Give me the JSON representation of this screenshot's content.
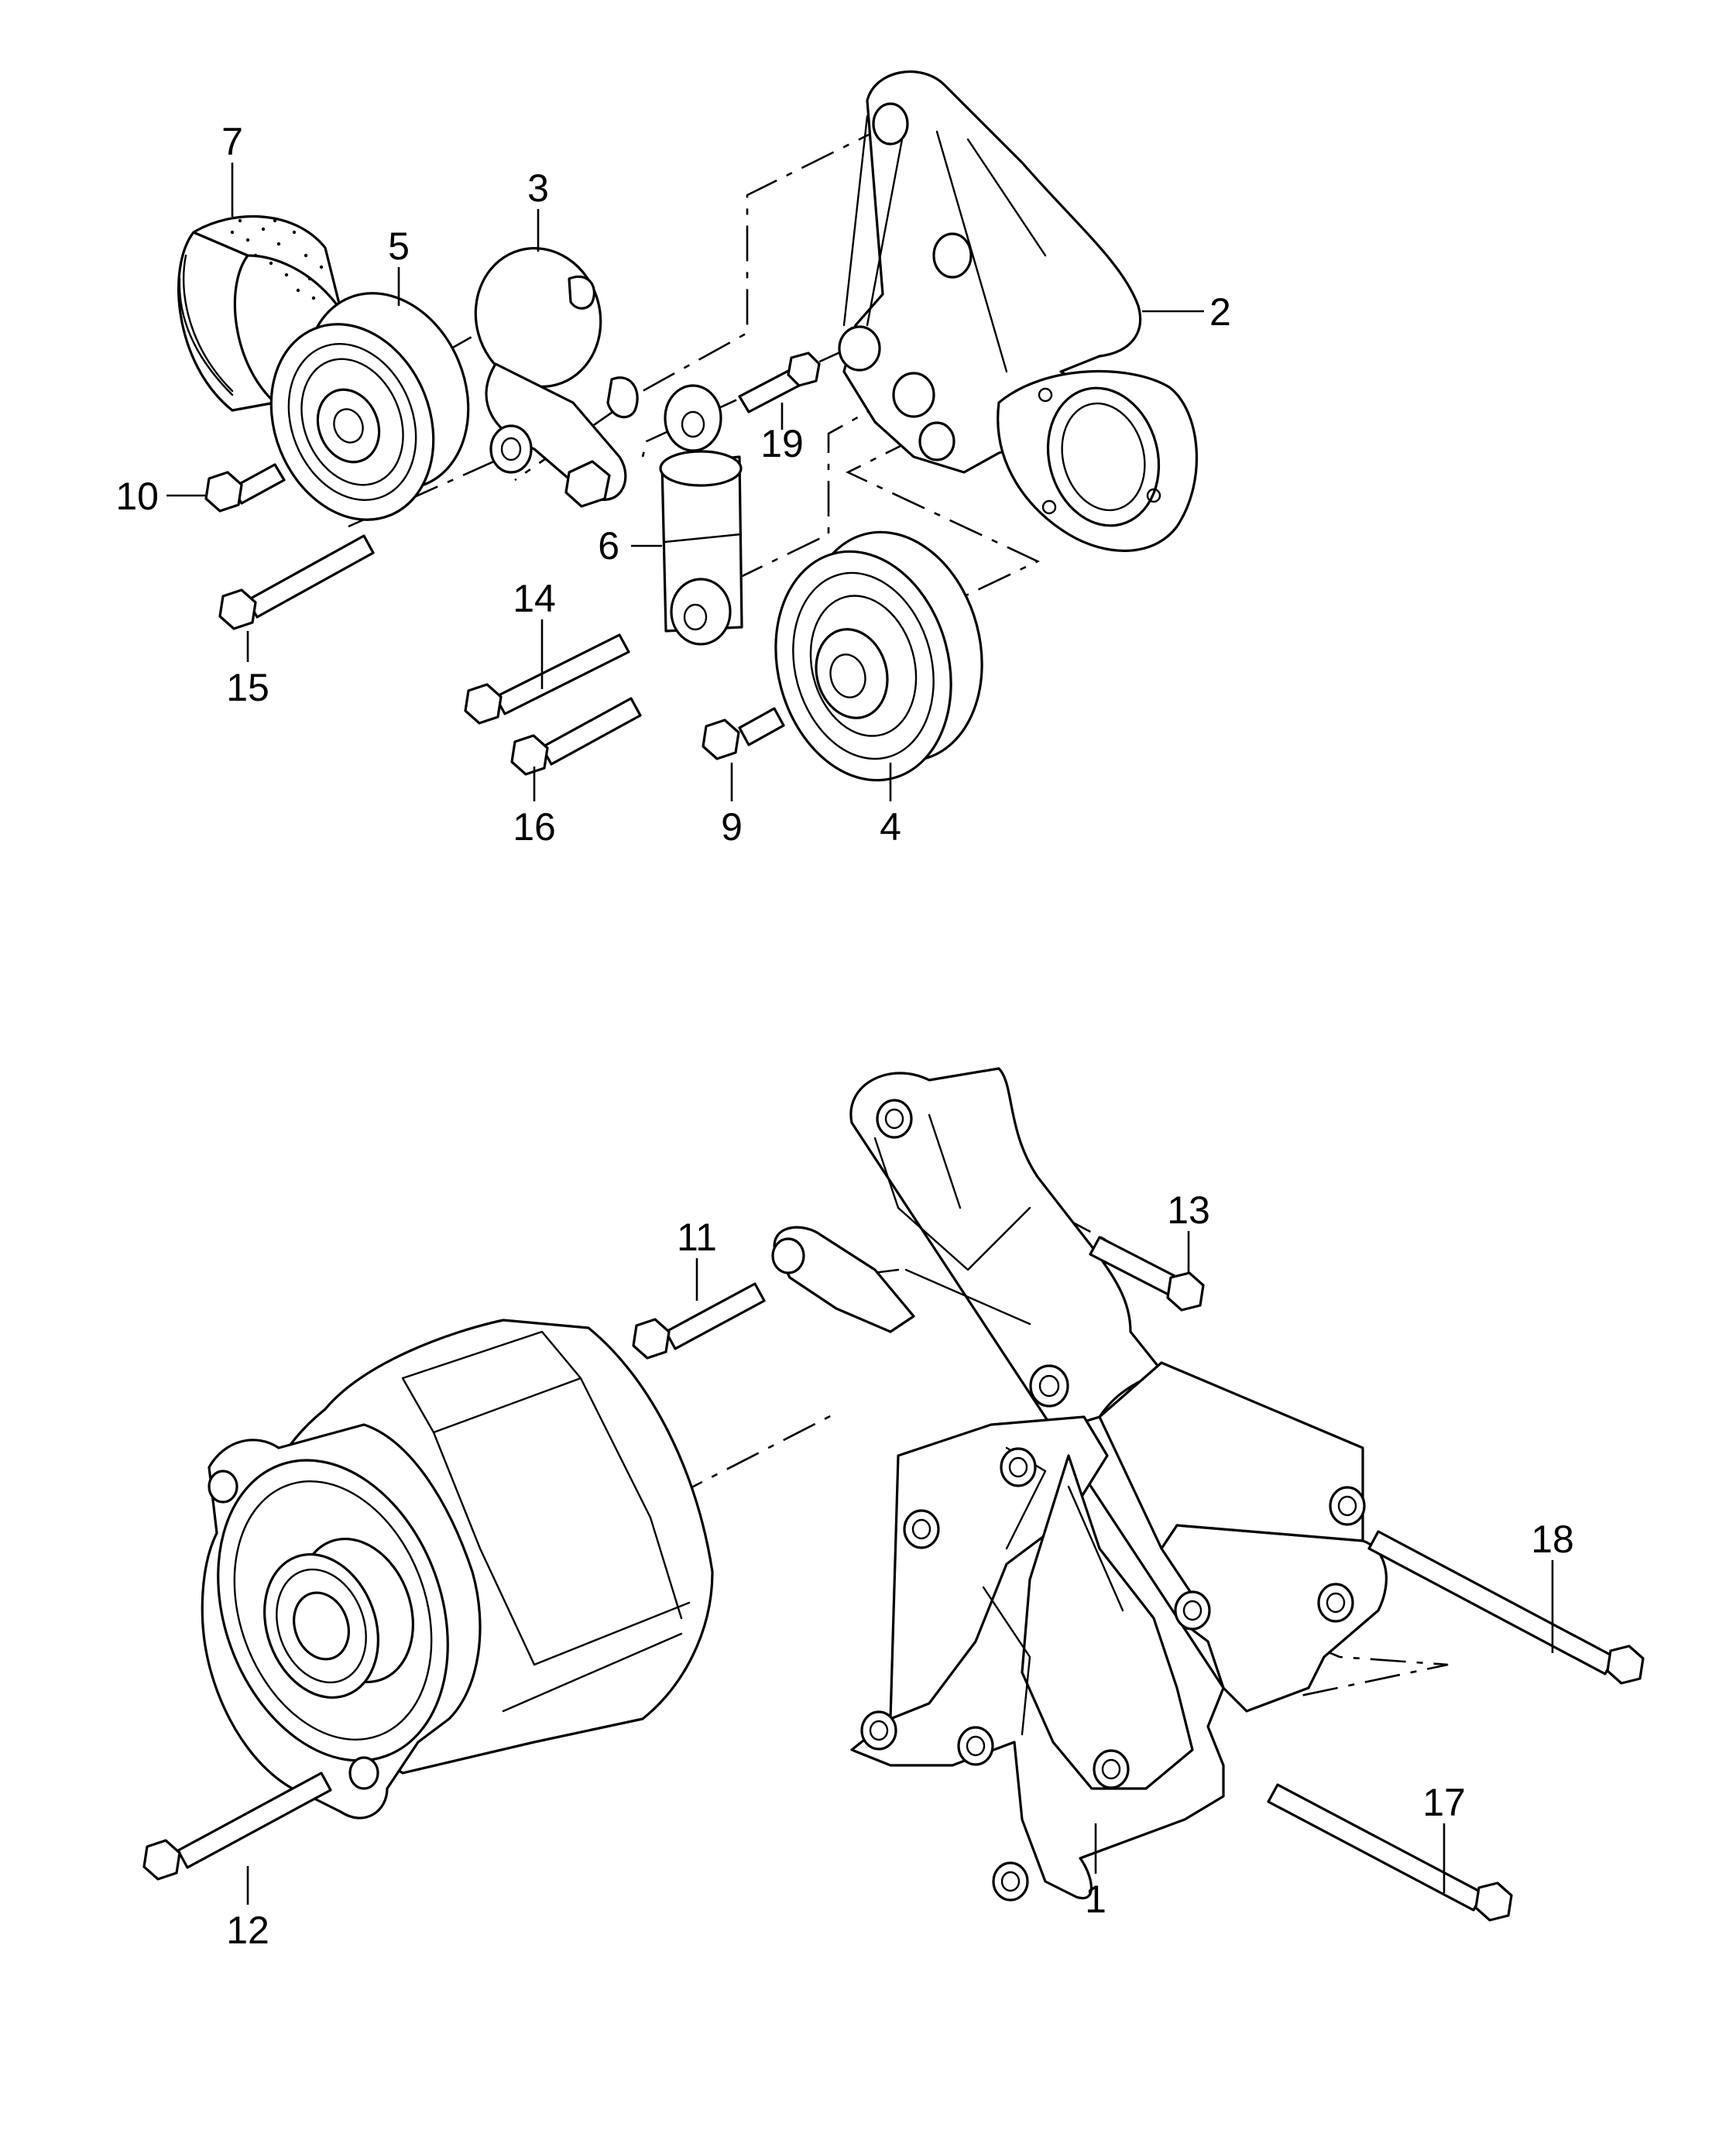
{
  "callouts": {
    "c1": "1",
    "c2": "2",
    "c3": "3",
    "c4": "4",
    "c5": "5",
    "c6": "6",
    "c7": "7",
    "c9": "9",
    "c10": "10",
    "c11": "11",
    "c12": "12",
    "c13": "13",
    "c14": "14",
    "c15": "15",
    "c16": "16",
    "c17": "17",
    "c18": "18",
    "c19": "19"
  }
}
